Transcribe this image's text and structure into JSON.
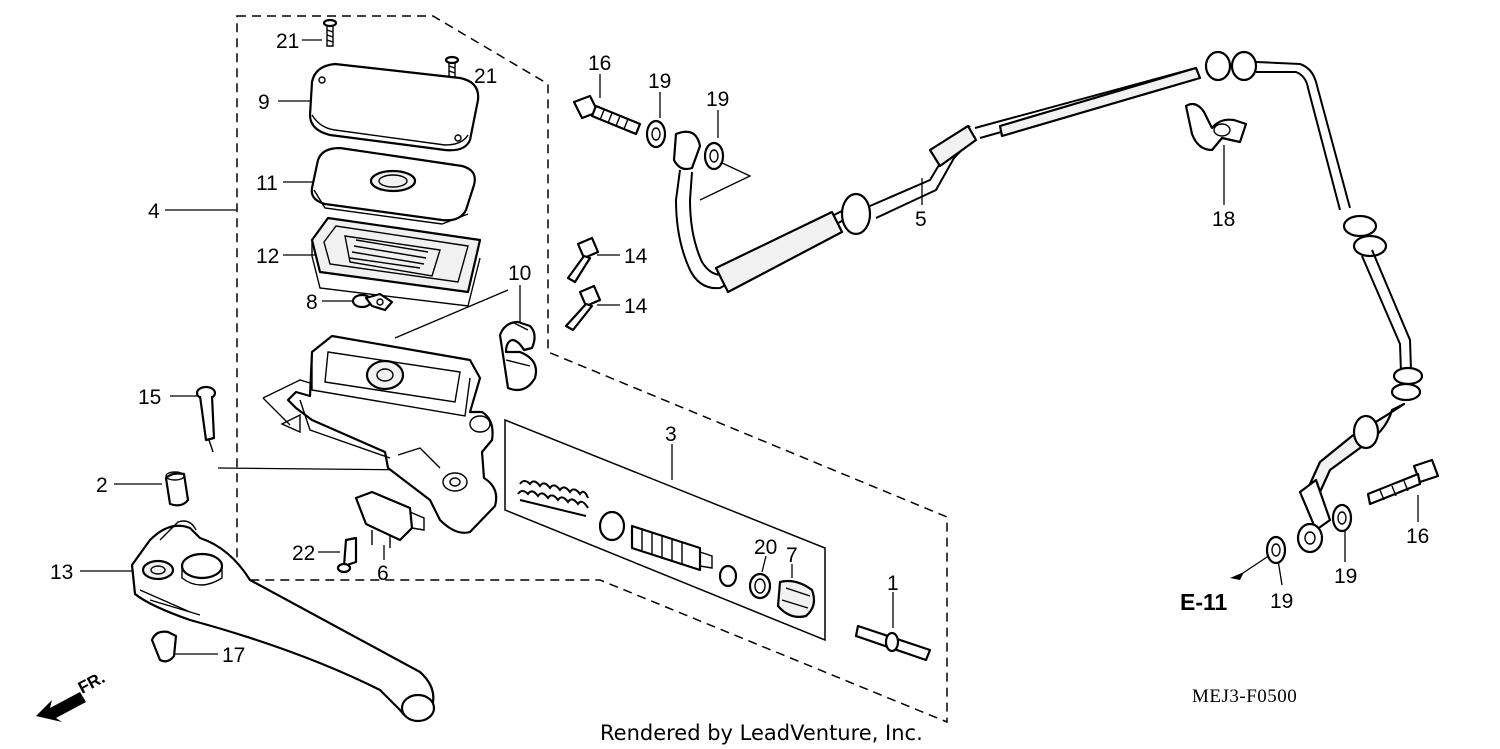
{
  "diagram": {
    "code": "MEJ3-F0500",
    "credit": "Rendered by LeadVenture, Inc.",
    "reference": "E-11",
    "direction": "FR.",
    "callouts": [
      {
        "id": "c21a",
        "label": "21"
      },
      {
        "id": "c21b",
        "label": "21"
      },
      {
        "id": "c9",
        "label": "9"
      },
      {
        "id": "c11",
        "label": "11"
      },
      {
        "id": "c4",
        "label": "4"
      },
      {
        "id": "c12",
        "label": "12"
      },
      {
        "id": "c8",
        "label": "8"
      },
      {
        "id": "c10",
        "label": "10"
      },
      {
        "id": "c15",
        "label": "15"
      },
      {
        "id": "c2",
        "label": "2"
      },
      {
        "id": "c13",
        "label": "13"
      },
      {
        "id": "c17",
        "label": "17"
      },
      {
        "id": "c22",
        "label": "22"
      },
      {
        "id": "c6",
        "label": "6"
      },
      {
        "id": "c3",
        "label": "3"
      },
      {
        "id": "c20",
        "label": "20"
      },
      {
        "id": "c7",
        "label": "7"
      },
      {
        "id": "c1",
        "label": "1"
      },
      {
        "id": "c16a",
        "label": "16"
      },
      {
        "id": "c19a",
        "label": "19"
      },
      {
        "id": "c19b",
        "label": "19"
      },
      {
        "id": "c14a",
        "label": "14"
      },
      {
        "id": "c14b",
        "label": "14"
      },
      {
        "id": "c5",
        "label": "5"
      },
      {
        "id": "c18",
        "label": "18"
      },
      {
        "id": "c16b",
        "label": "16"
      },
      {
        "id": "c19c",
        "label": "19"
      },
      {
        "id": "c19d",
        "label": "19"
      }
    ]
  }
}
